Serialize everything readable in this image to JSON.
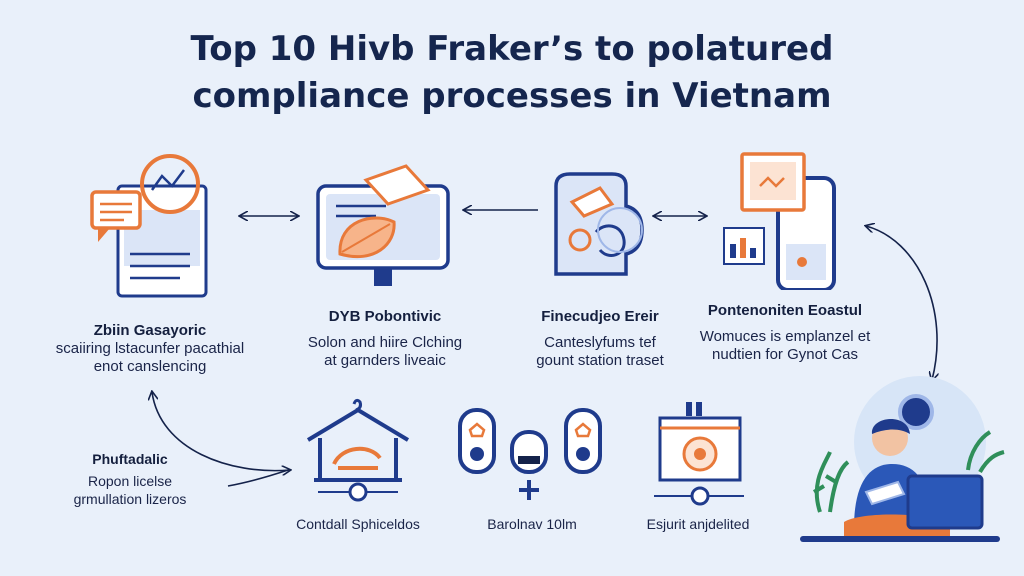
{
  "title": {
    "line1": "Top 10 Hivb Fraker’s to polatured",
    "line2": "compliance processes in Vietnam"
  },
  "top_nodes": [
    {
      "heading": "Zbiin Gasayoric",
      "lines": [
        "scaiiring lstacunfer pacathial",
        "enot canslencing"
      ]
    },
    {
      "heading": "DYB Pobontivic",
      "lines": [
        "Solon and hiire Clching",
        "at garnders liveaic"
      ]
    },
    {
      "heading": "Finecudjeo Ereir",
      "lines": [
        "Canteslyfums tef",
        "gount station traset"
      ]
    },
    {
      "heading": "Pontenoniten Eoastul",
      "lines": [
        "Womuces is emplanzel et",
        "nudtien for Gynot Cas"
      ]
    }
  ],
  "left_node": {
    "heading": "Phuftadalic",
    "lines": [
      "Ropon licelse",
      "grmullation lizeros"
    ]
  },
  "bottom_labels": [
    "Contdall Sphiceldos",
    "Barolnav 10lm",
    "Esjurit anjdelited"
  ],
  "colors": {
    "navy": "#1f3b8c",
    "orange": "#e8793a",
    "background": "#e9f0fa",
    "text": "#15264e"
  }
}
